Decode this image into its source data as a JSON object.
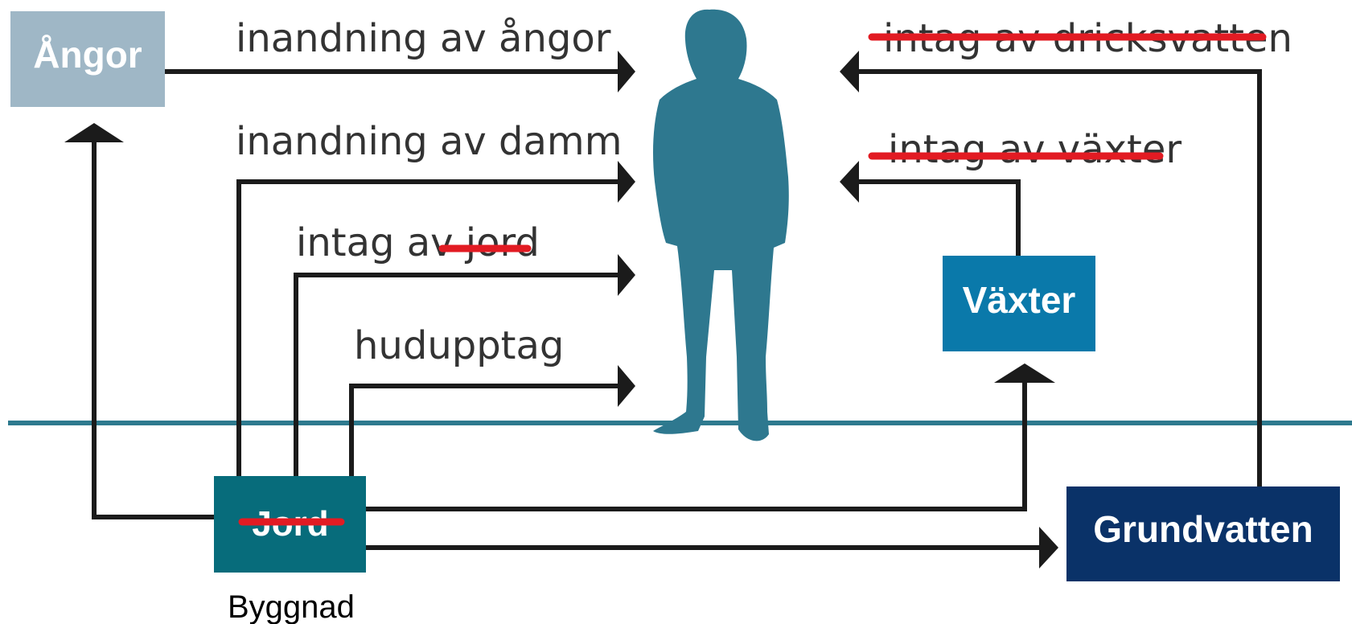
{
  "colors": {
    "angor_box": "#9fb7c6",
    "jord_box": "#076c7b",
    "vaxter_box": "#0a79aa",
    "grundvatten_box": "#0a3268",
    "person": "#2e788f",
    "ground_line": "#2e7a8e",
    "arrow": "#1b1b1b",
    "strike": "#e21b23"
  },
  "boxes": {
    "angor": "Ångor",
    "jord": "Jord",
    "vaxter": "Växter",
    "grundvatten": "Grundvatten"
  },
  "building_label": "Byggnad",
  "pathways": {
    "inhalation_vapor": "inandning av ångor",
    "inhalation_dust": "inandning av damm",
    "soil_intake_prefix": "intag av ",
    "soil_intake_struck": "jord",
    "skin_uptake": "hudupptag",
    "drinking_water_intake": "intag av dricksvatten",
    "plant_intake": "intag av växter"
  },
  "icons": {
    "person": "person-silhouette-icon"
  }
}
